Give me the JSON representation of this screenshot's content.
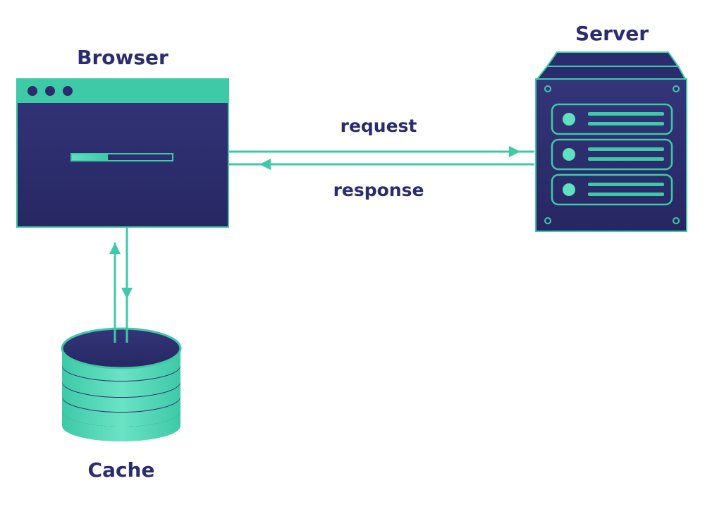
{
  "labels": {
    "browser": "Browser",
    "server": "Server",
    "cache": "Cache",
    "request": "request",
    "response": "response"
  },
  "colors": {
    "navy": "#2b2c6e",
    "panel": "#2e2f72",
    "teal": "#3ec9a7",
    "teal_light": "#5fe0be",
    "background": "#ffffff"
  },
  "icons": {
    "browser": "browser-window-icon",
    "server": "server-rack-icon",
    "cache": "database-stack-icon"
  },
  "browser": {
    "loading_progress": 0.36
  }
}
